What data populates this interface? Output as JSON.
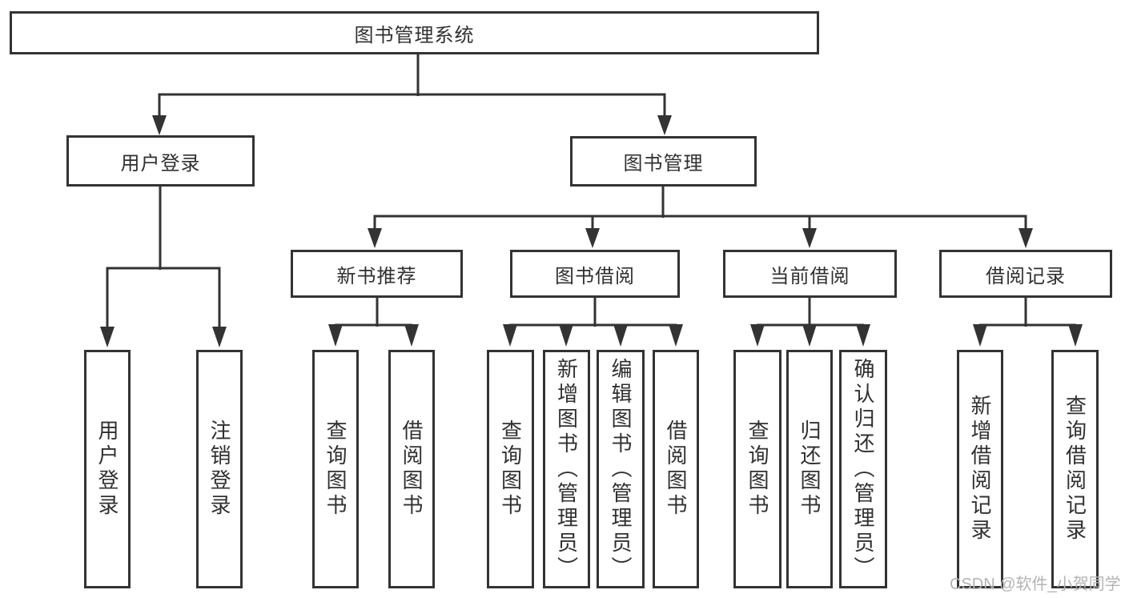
{
  "colors": {
    "line": "#333333",
    "text": "#303030",
    "background": "#ffffff",
    "watermark": "#b3b3b3"
  },
  "diagram": {
    "root": {
      "label": "图书管理系统"
    },
    "level2": [
      {
        "label": "用户登录"
      },
      {
        "label": "图书管理"
      }
    ],
    "level3": [
      {
        "label": "新书推荐"
      },
      {
        "label": "图书借阅"
      },
      {
        "label": "当前借阅"
      },
      {
        "label": "借阅记录"
      }
    ],
    "leaves": {
      "user_login_group": [
        "用户登录",
        "注销登录"
      ],
      "new_rec_group": [
        "查询图书",
        "借阅图书"
      ],
      "borrow_group": [
        "查询图书",
        "新增图书（管理员）",
        "编辑图书（管理员）",
        "借阅图书"
      ],
      "current_group": [
        "查询图书",
        "归还图书",
        "确认归还（管理员）"
      ],
      "records_group": [
        "新增借阅记录",
        "查询借阅记录"
      ]
    }
  },
  "watermark": {
    "text": "CSDN @软件_小贺同学"
  }
}
